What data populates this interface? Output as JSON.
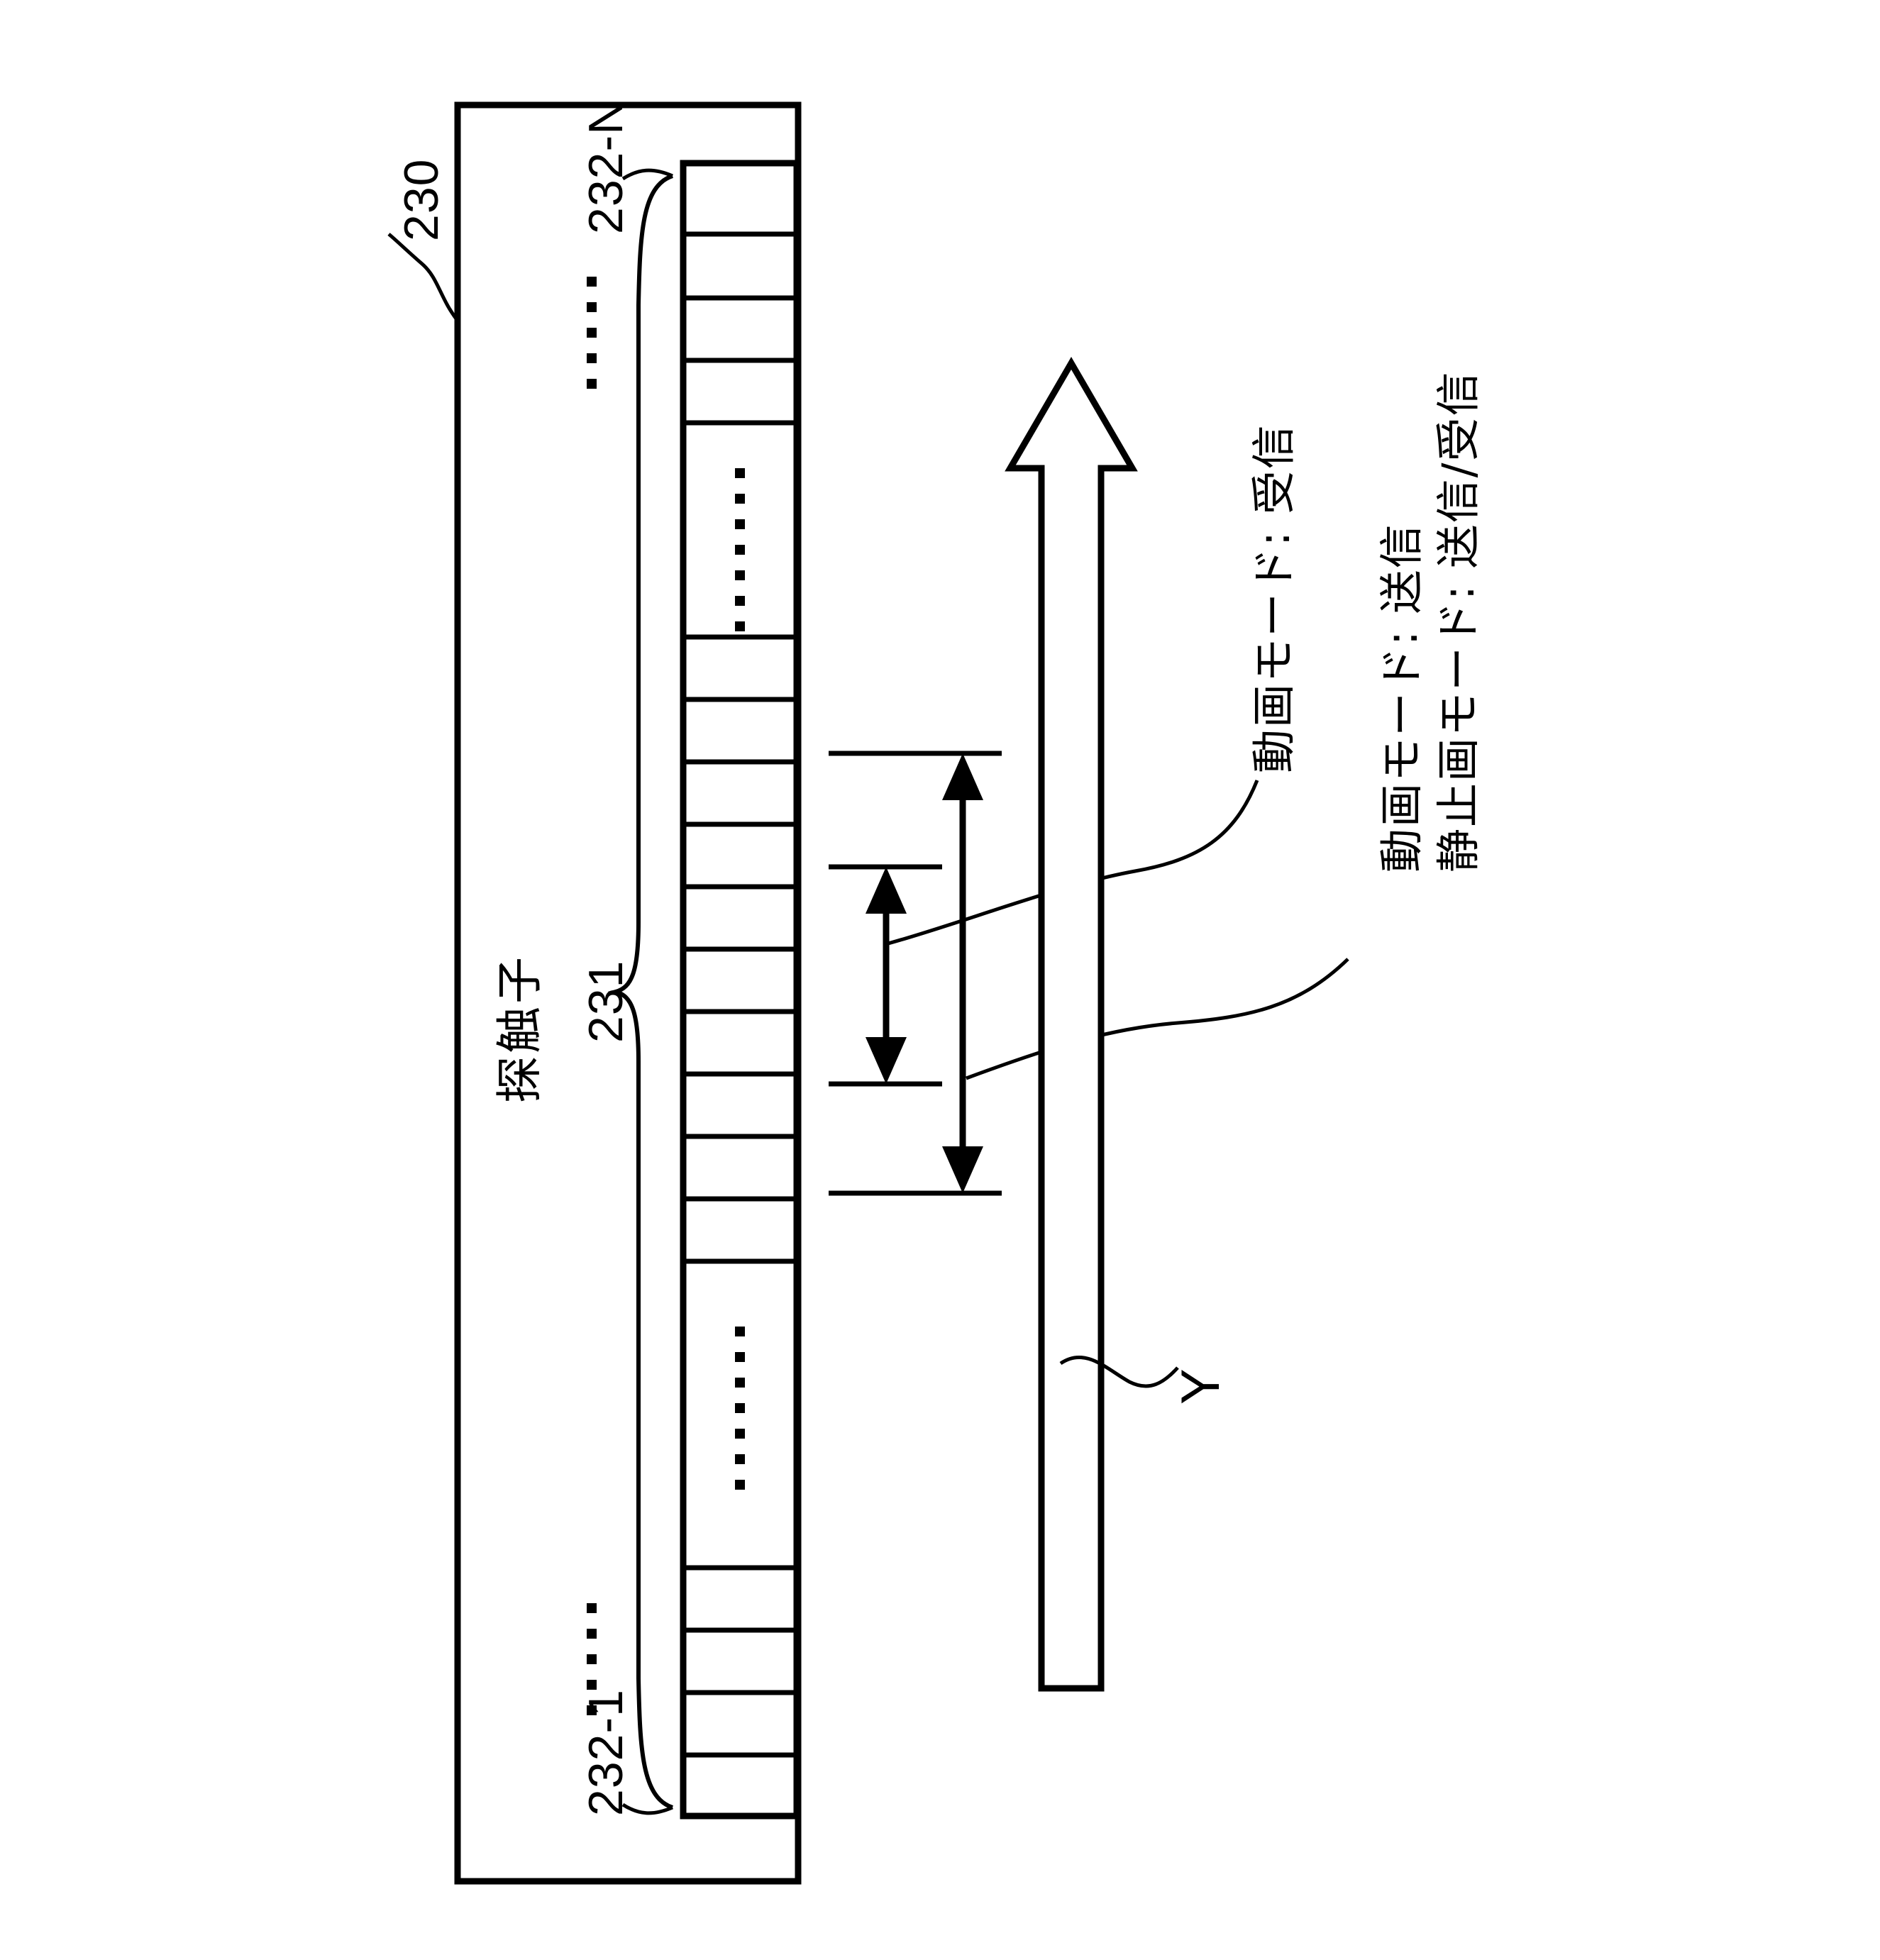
{
  "figure": {
    "kind": "patent-diagram",
    "description": "Ultrasound probe transducer array with transmit/receive aperture indicators",
    "background_color": "#ffffff",
    "line_color": "#000000"
  },
  "reference_numerals": {
    "probe_housing": "230",
    "array_brace": "231",
    "element_first": "232-1",
    "element_last": "232-N",
    "axis": "Y"
  },
  "labels": {
    "probe": "探触子",
    "leader_dots_top": "……",
    "leader_dots_bottom": "……"
  },
  "annotations": [
    {
      "id": "video-receive",
      "text": "動画モード: 受信",
      "aperture": "small",
      "arrow": "double-headed"
    },
    {
      "id": "video-transmit",
      "text": "動画モード: 送信",
      "aperture": "large",
      "arrow": "double-headed"
    },
    {
      "id": "still-transmit-receive",
      "text": "静止画モード: 送信/受信",
      "aperture": "large",
      "arrow": "double-headed"
    }
  ],
  "array": {
    "element_count_visible": 22,
    "gap_top_index": 4,
    "gap_bottom_index": 17,
    "ellipsis_marks": 2
  },
  "axis": {
    "name": "Y",
    "direction": "up",
    "style": "hollow-block-arrow"
  }
}
